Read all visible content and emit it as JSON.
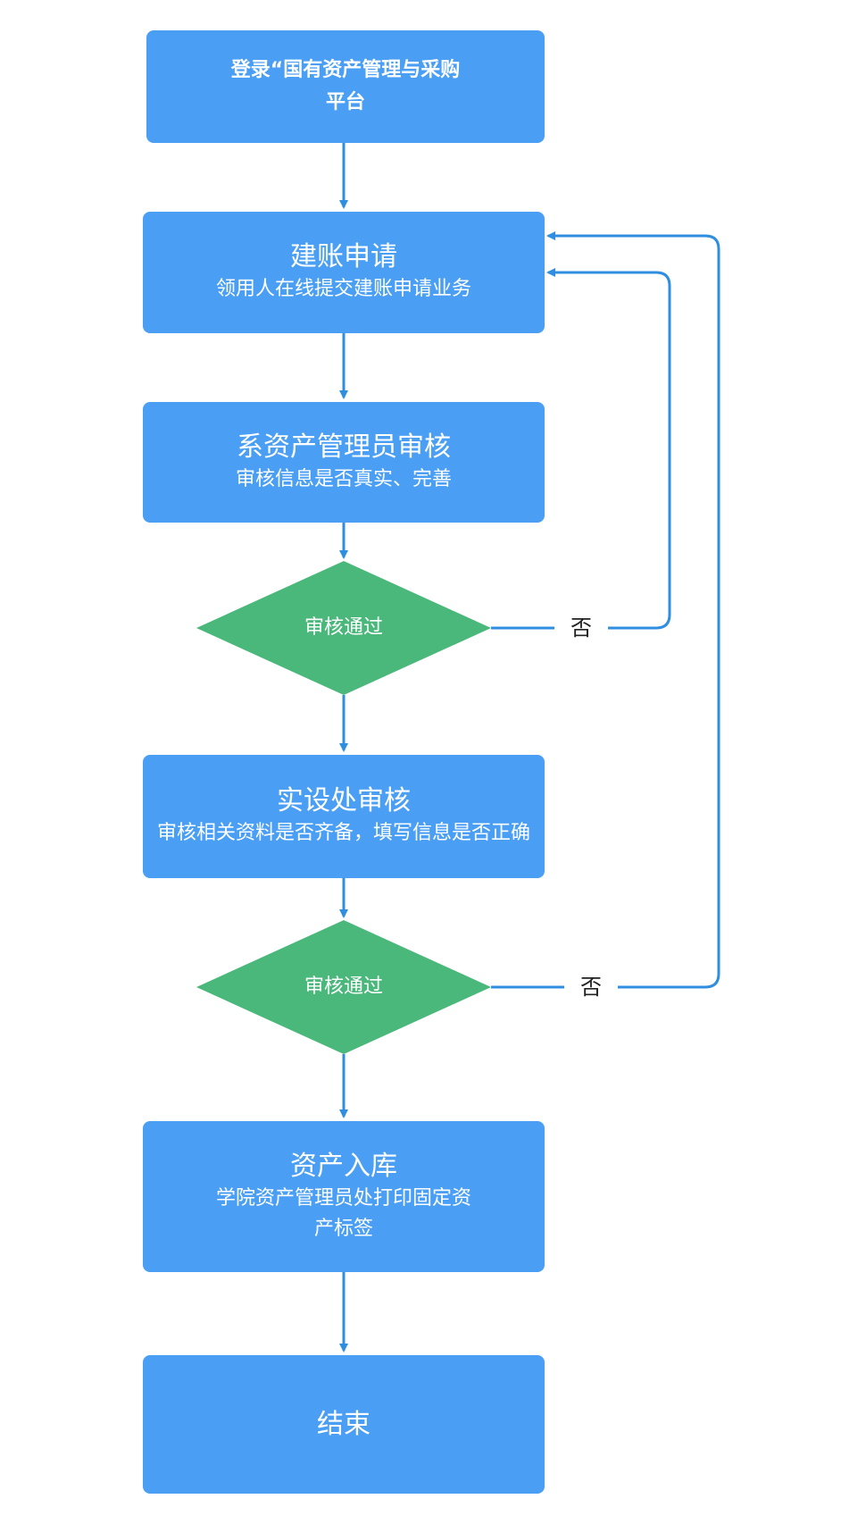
{
  "colors": {
    "process": "#4a9ff5",
    "decision": "#4ab87a",
    "connector": "#2f8ee0",
    "text_on_node": "#ffffff",
    "edge_label": "#222222"
  },
  "nodes": {
    "login": {
      "line1": "登录“国有资产管理与采购",
      "line2": "平台"
    },
    "apply": {
      "title": "建账申请",
      "desc": "领用人在线提交建账申请业务"
    },
    "dept_review": {
      "title": "系资产管理员审核",
      "desc": "审核信息是否真实、完善"
    },
    "decision1": {
      "label": "审核通过"
    },
    "lab_review": {
      "title": "实设处审核",
      "desc": "审核相关资料是否齐备，填写信息是否正确"
    },
    "decision2": {
      "label": "审核通过"
    },
    "storage": {
      "title": "资产入库",
      "desc_line1": "学院资产管理员处打印固定资",
      "desc_line2": "产标签"
    },
    "end": {
      "title": "结束"
    }
  },
  "edge_labels": {
    "no1": "否",
    "no2": "否"
  }
}
